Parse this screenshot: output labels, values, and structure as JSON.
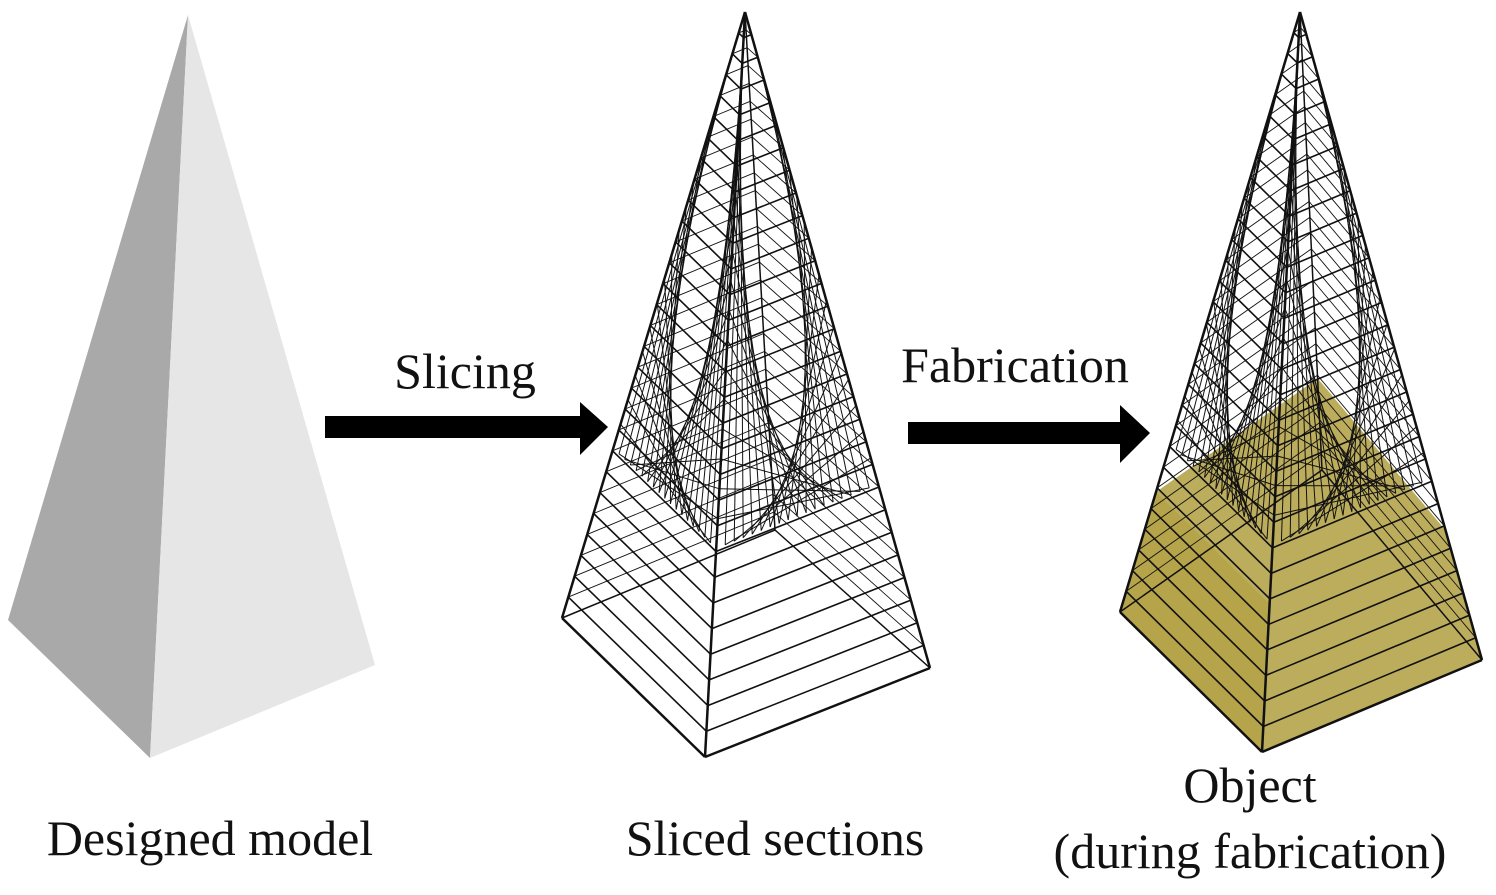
{
  "steps": [
    {
      "label": "Designed model"
    },
    {
      "label": "Sliced sections"
    },
    {
      "label_line1": "Object",
      "label_line2": "(during fabrication)"
    }
  ],
  "arrows": [
    {
      "label": "Slicing"
    },
    {
      "label": "Fabrication"
    }
  ],
  "colors": {
    "model_left_face": "#a9a9a9",
    "model_right_face": "#e6e6e6",
    "wireframe": "#111111",
    "fabricated_fill": "#b5a44a",
    "arrow": "#000000"
  }
}
